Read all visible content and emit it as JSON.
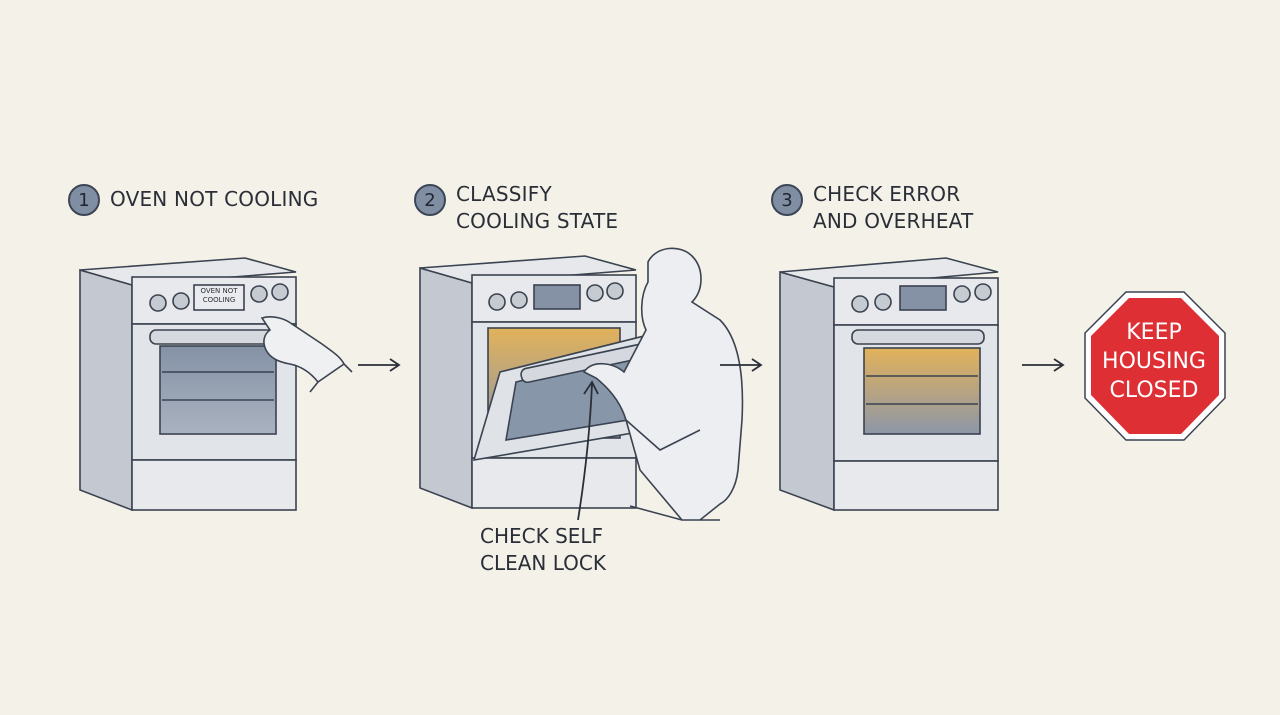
{
  "steps": [
    {
      "number": "1",
      "title": "OVEN NOT COOLING"
    },
    {
      "number": "2",
      "title": "CLASSIFY\nCOOLING STATE"
    },
    {
      "number": "3",
      "title": "CHECK ERROR\nAND OVERHEAT"
    }
  ],
  "oven1_display": "OVEN NOT\nCOOLING",
  "callout": "CHECK SELF\nCLEAN LOCK",
  "stop_sign": "KEEP\nHOUSING\nCLOSED",
  "colors": {
    "background": "#f4f1e9",
    "step_badge": "#7f8ea3",
    "stop_red": "#de2f35",
    "oven_body": "#dde0e5",
    "oven_glass": "#7f8ea3",
    "warm_glow": "#e3b25a",
    "ink": "#2a2f37"
  }
}
